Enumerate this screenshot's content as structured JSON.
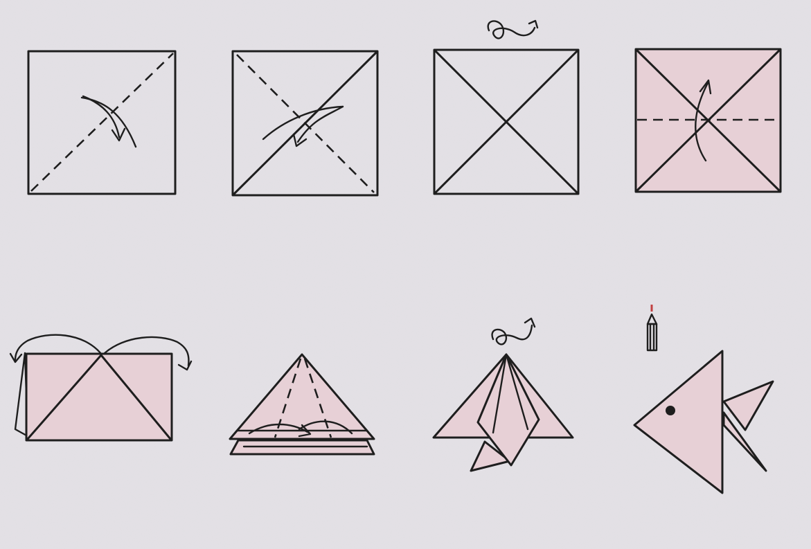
{
  "diagram": {
    "colors": {
      "paper": "#e4e1e6",
      "fold_fill": "#e7d0d6",
      "ink": "#1e1e1e"
    },
    "steps": [
      {
        "icon": "blank-square-diagonal-valley-fold",
        "fill": "white"
      },
      {
        "icon": "square-second-diagonal-fold",
        "fill": "white"
      },
      {
        "icon": "square-both-creases-turn-over",
        "fill": "white"
      },
      {
        "icon": "square-colored-horizontal-fold-up",
        "fill": "pink"
      },
      {
        "icon": "rectangle-fold-sides-back",
        "fill": "pink"
      },
      {
        "icon": "triangle-fold-layers",
        "fill": "pink"
      },
      {
        "icon": "triangle-turn-over",
        "fill": "pink"
      },
      {
        "icon": "finished-fish-with-eye",
        "fill": "pink"
      }
    ],
    "extra_icons": [
      "pencil-icon",
      "turn-over-icon"
    ]
  }
}
